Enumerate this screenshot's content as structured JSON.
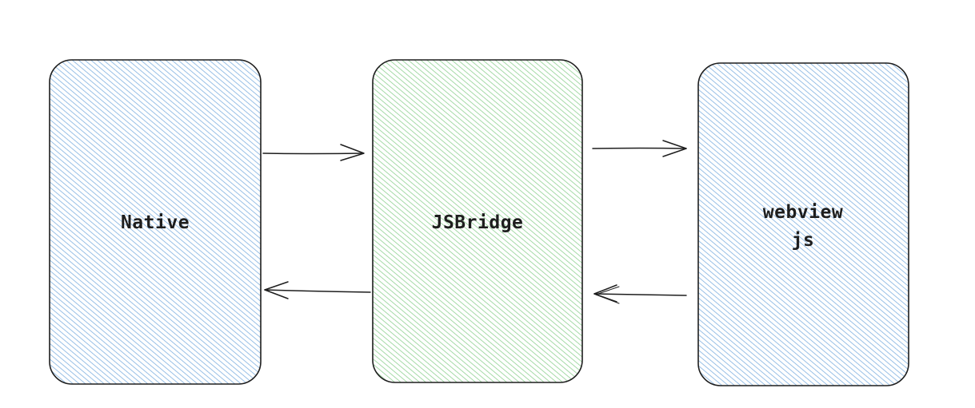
{
  "nodes": [
    {
      "id": "native",
      "label_lines": [
        "Native"
      ],
      "fill": "#a5c8ec",
      "hatch": "#7fb0e0"
    },
    {
      "id": "jsbridge",
      "label_lines": [
        "JSBridge"
      ],
      "fill": "#b2e2b4",
      "hatch": "#8fd192"
    },
    {
      "id": "webview",
      "label_lines": [
        "webview",
        "js"
      ],
      "fill": "#a5c8ec",
      "hatch": "#7fb0e0"
    }
  ],
  "edges": [
    {
      "from": "native",
      "to": "jsbridge"
    },
    {
      "from": "jsbridge",
      "to": "webview"
    },
    {
      "from": "webview",
      "to": "jsbridge"
    },
    {
      "from": "jsbridge",
      "to": "native"
    }
  ],
  "colors": {
    "stroke": "#1e1e1e",
    "background": "#ffffff"
  }
}
